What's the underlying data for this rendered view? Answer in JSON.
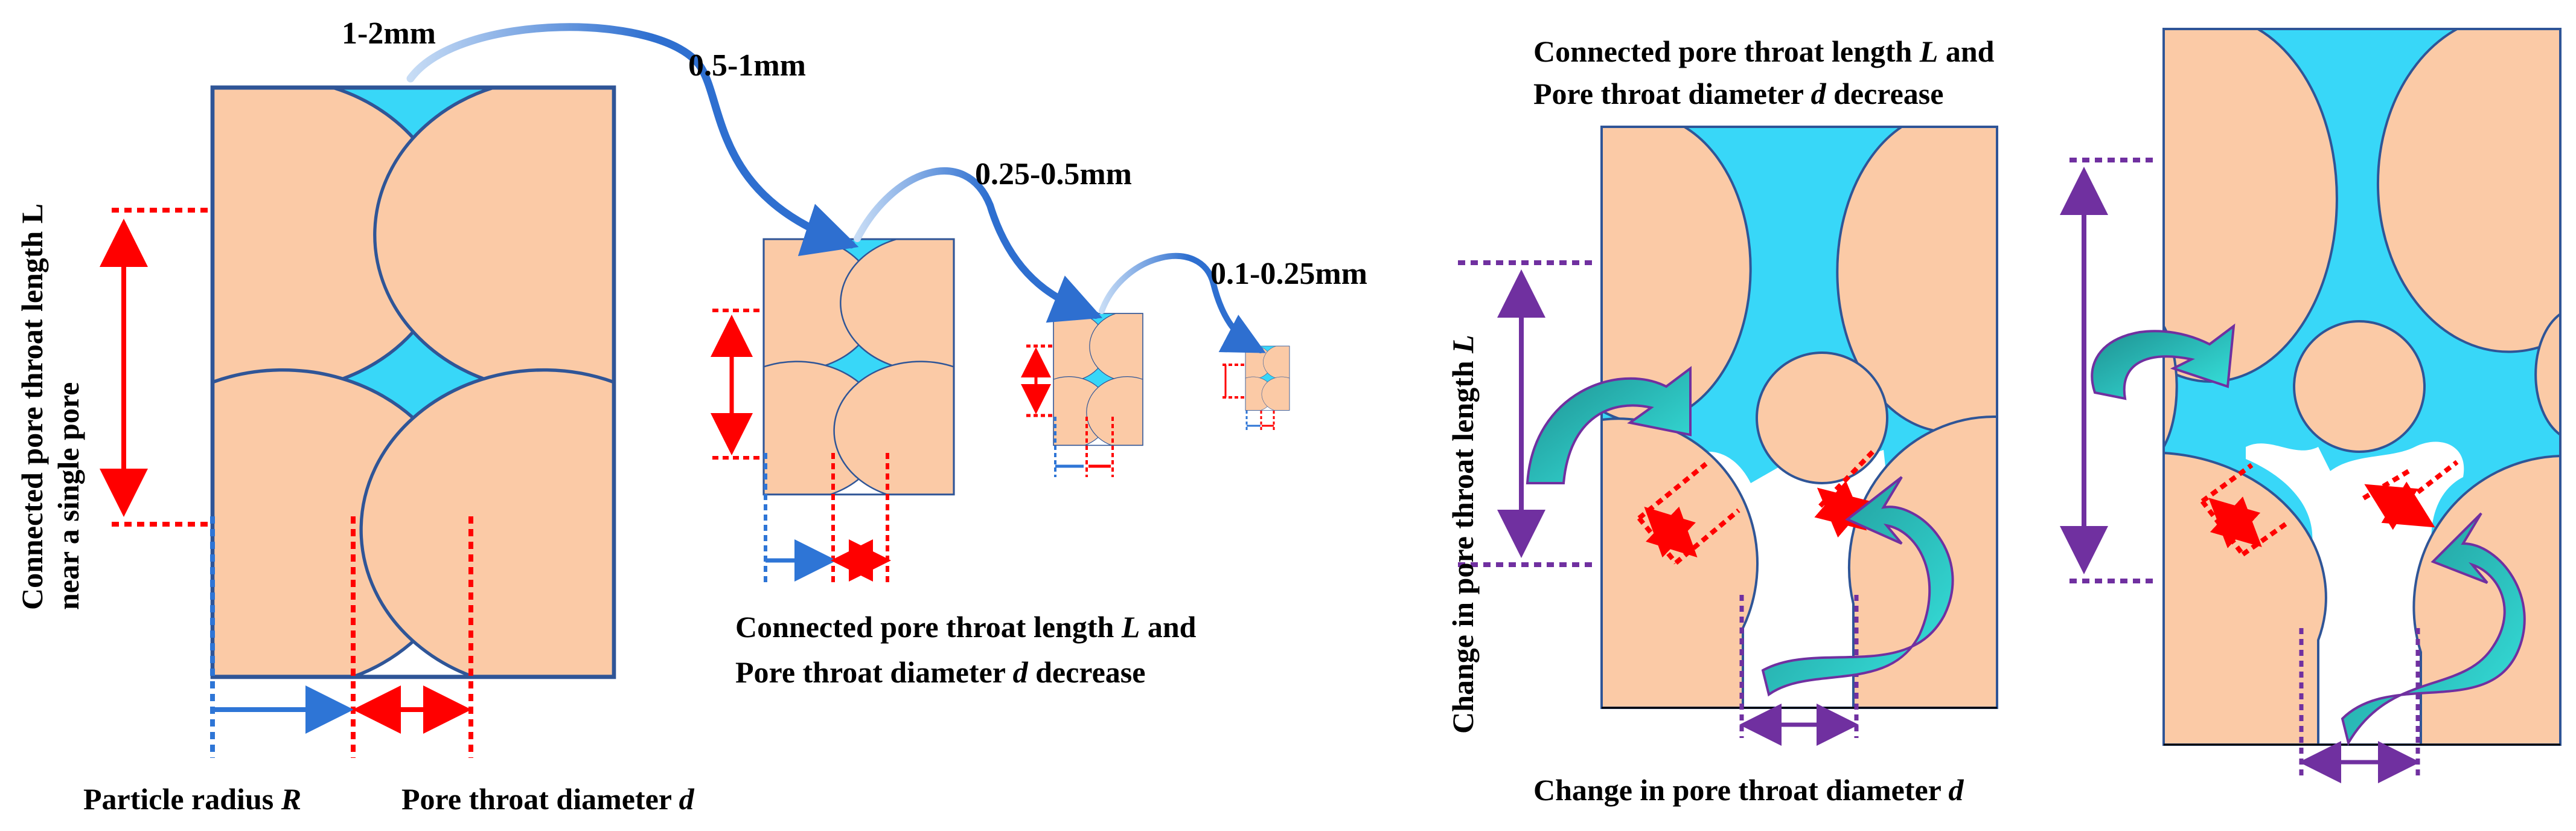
{
  "colors": {
    "pore": "#38d7f8",
    "particle": "#fbcaa6",
    "outline": "#2f5597",
    "red": "#ff0000",
    "blue_dim": "#2e75d6",
    "purple": "#7030a0",
    "teal_arrow": "#1fa7a0",
    "size_arrow": "#2e6fd0"
  },
  "left_panel": {
    "size_labels": [
      "1-2mm",
      "0.5-1mm",
      "0.25-0.5mm",
      "0.1-0.25mm"
    ],
    "label_vertical_line1": "Connected pore throat length L",
    "label_vertical_line2": "near a single pore",
    "label_radius_text": "Particle radius ",
    "label_radius_var": "R",
    "label_throat_text": "Pore throat diameter ",
    "label_throat_var": "d",
    "caption_line1_a": "Connected pore throat length ",
    "caption_line1_var": "L",
    "caption_line1_b": " and",
    "caption_line2_a": "Pore throat diameter ",
    "caption_line2_var": "d",
    "caption_line2_b": " decrease"
  },
  "right_panel": {
    "caption_top_line1_a": "Connected pore throat length ",
    "caption_top_line1_var": "L",
    "caption_top_line1_b": " and",
    "caption_top_line2_a": "Pore throat diameter ",
    "caption_top_line2_var": "d",
    "caption_top_line2_b": " decrease",
    "label_change_length_text": "Change in pore throat length ",
    "label_change_length_var": "L",
    "label_change_diameter_text": "Change in pore throat diameter ",
    "label_change_diameter_var": "d"
  }
}
